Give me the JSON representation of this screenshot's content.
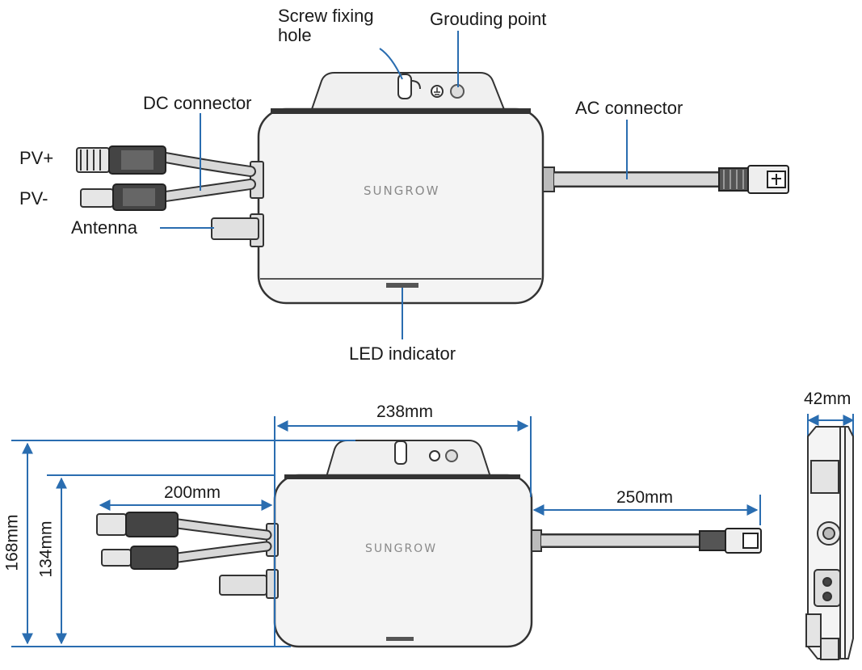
{
  "labels": {
    "screw_fixing_hole": "Screw fixing\nhole",
    "grounding_point": "Grouding point",
    "dc_connector": "DC connector",
    "ac_connector": "AC connector",
    "pv_plus": "PV+",
    "pv_minus": "PV-",
    "antenna": "Antenna",
    "led_indicator": "LED indicator"
  },
  "brand": "SUNGROW",
  "dimensions": {
    "width_body": "238mm",
    "dc_cable": "200mm",
    "ac_cable": "250mm",
    "height_total": "168mm",
    "height_body": "134mm",
    "depth": "42mm"
  },
  "colors": {
    "dimension_line": "#2a6db0",
    "leader_line": "#2a6db0",
    "outline": "#333333",
    "body_fill": "#f4f4f4"
  }
}
